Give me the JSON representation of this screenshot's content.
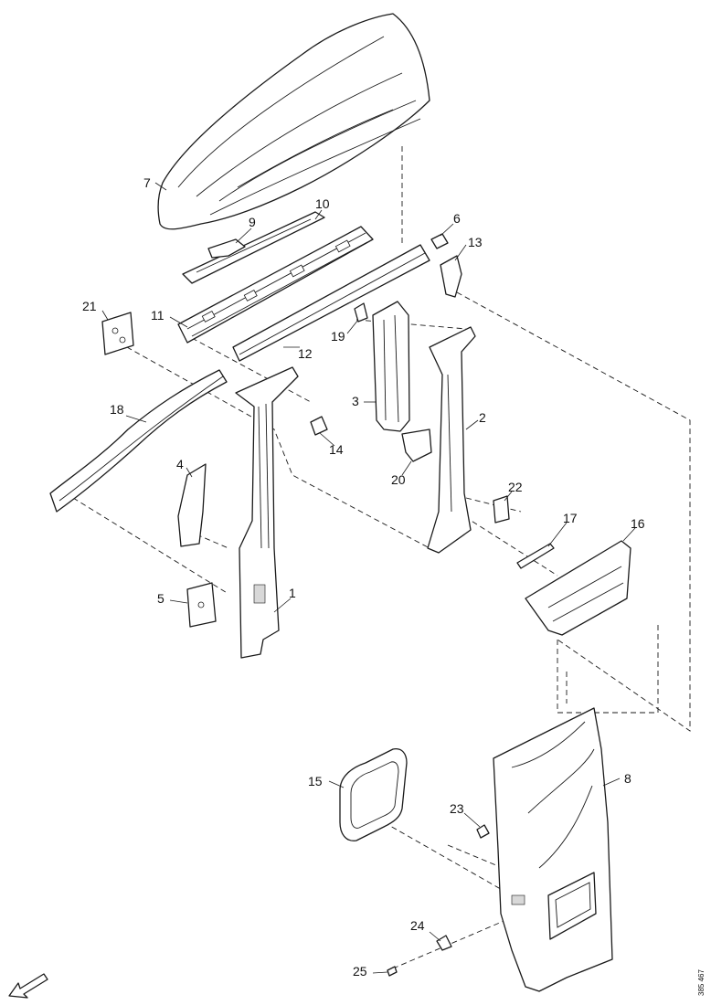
{
  "diagram": {
    "callouts": [
      "1",
      "2",
      "3",
      "4",
      "5",
      "6",
      "7",
      "8",
      "9",
      "10",
      "11",
      "12",
      "13",
      "14",
      "15",
      "16",
      "17",
      "18",
      "19",
      "20",
      "21",
      "22",
      "23",
      "24",
      "25"
    ],
    "reference_code": "385 467"
  }
}
